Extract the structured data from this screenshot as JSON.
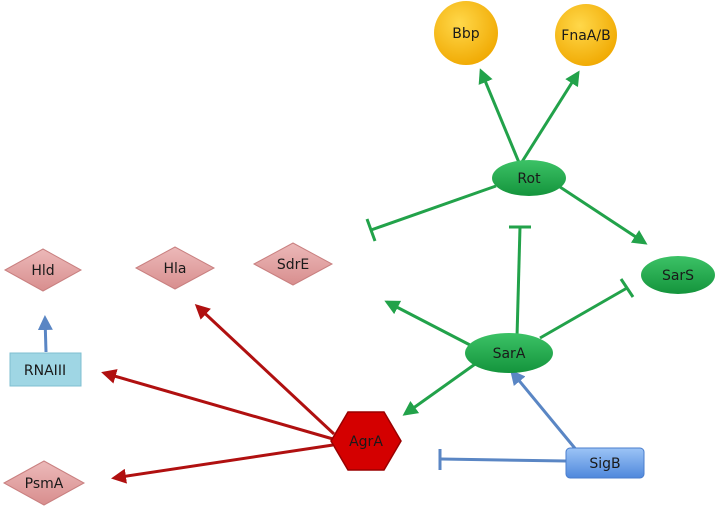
{
  "nodes": {
    "bbp": "Bbp",
    "fnaab": "FnaA/B",
    "rot": "Rot",
    "sars": "SarS",
    "sara": "SarA",
    "agra": "AgrA",
    "sigb": "SigB",
    "hld": "Hld",
    "hla": "Hla",
    "sdre": "SdrE",
    "rnaiii": "RNAIII",
    "psma": "PsmA"
  },
  "colors": {
    "green_edge": "#22a24a",
    "red_edge": "#b01010",
    "blue_edge": "#5a86c4",
    "gold_node": "#f5b800",
    "green_node": "#1fa84a",
    "red_node": "#d40000",
    "pink_node": "#e2a3a3",
    "light_blue_node": "#9fd6e4",
    "blue_node": "#6fa3ec"
  },
  "edge_types": [
    "activation-arrow",
    "inhibition-bar"
  ]
}
